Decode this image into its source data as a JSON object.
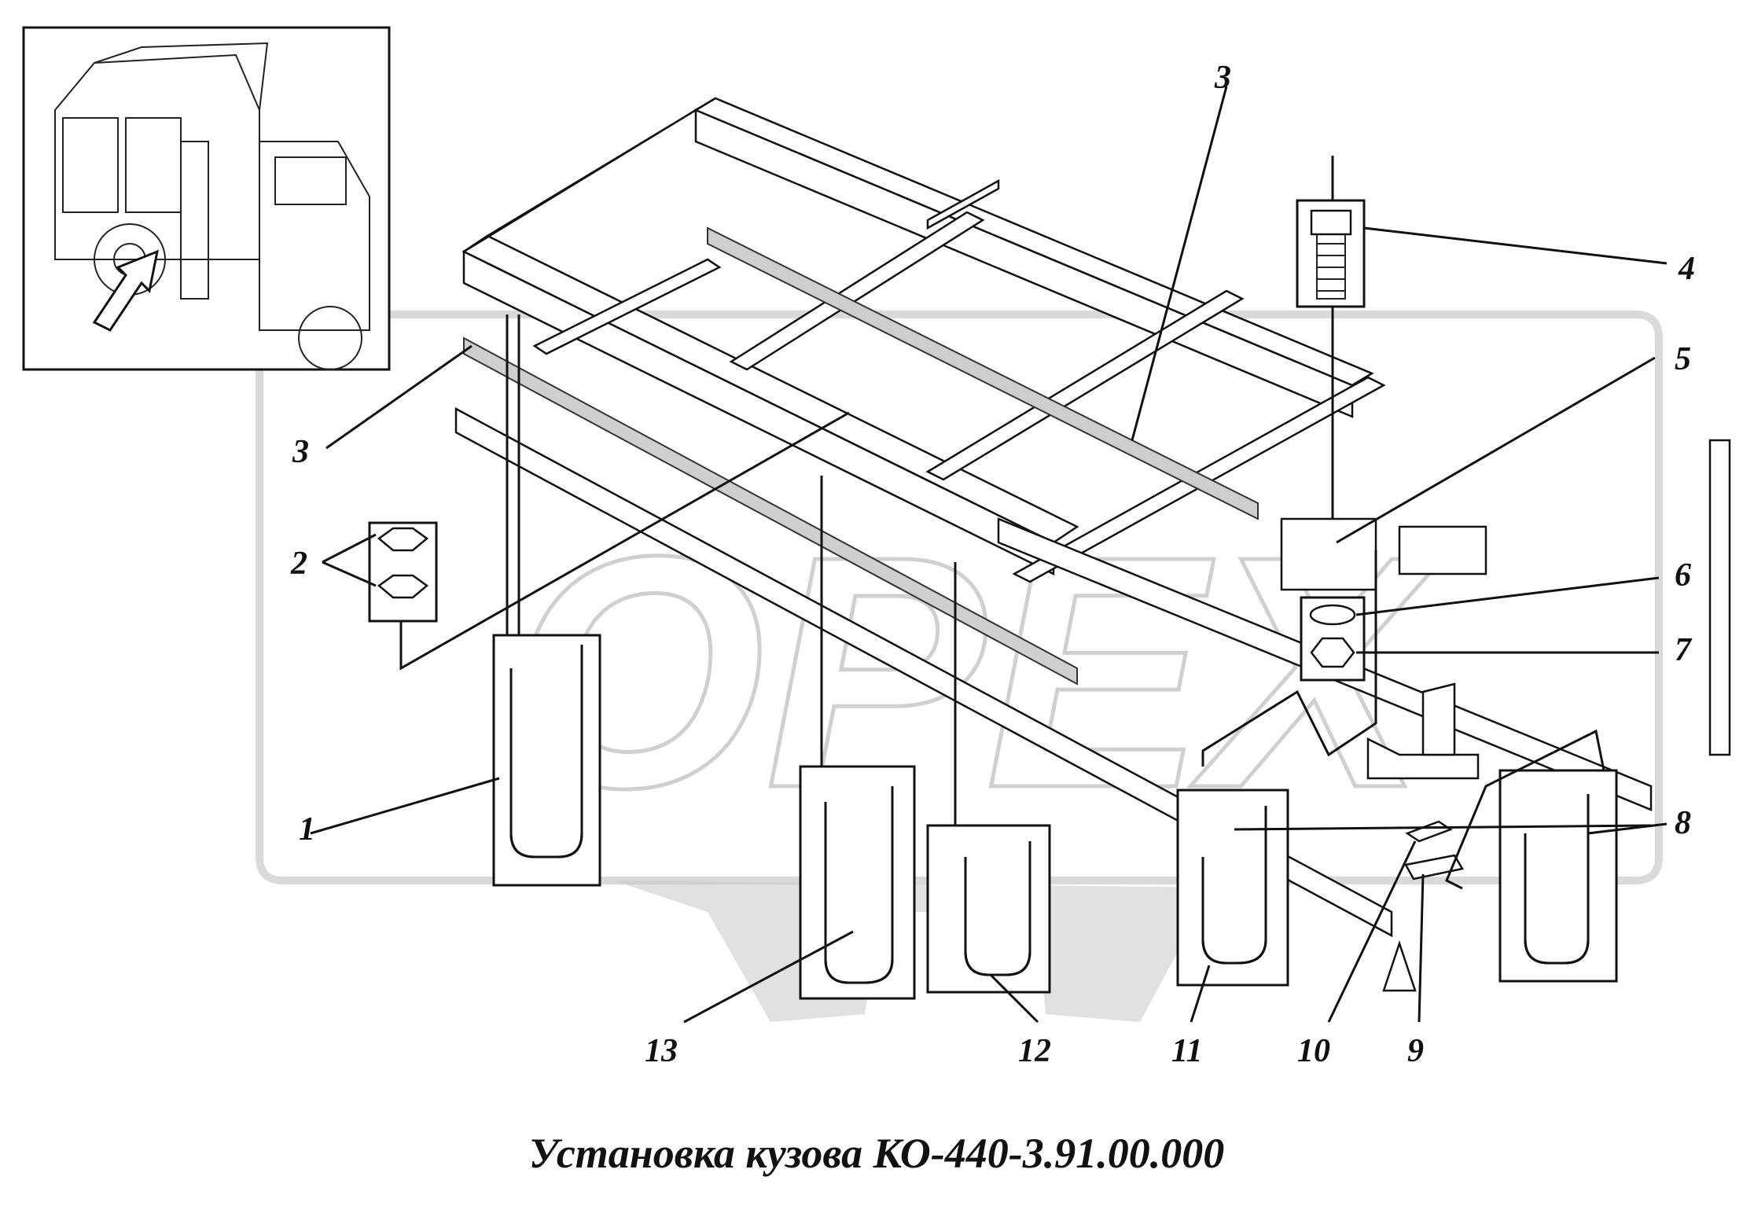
{
  "caption": "Установка кузова КО-440-3.91.00.000",
  "watermark": "OPEX",
  "callouts": [
    {
      "label": "1"
    },
    {
      "label": "2"
    },
    {
      "label": "3"
    },
    {
      "label": "3"
    },
    {
      "label": "4"
    },
    {
      "label": "5"
    },
    {
      "label": "6"
    },
    {
      "label": "7"
    },
    {
      "label": "8"
    },
    {
      "label": "9"
    },
    {
      "label": "10"
    },
    {
      "label": "11"
    },
    {
      "label": "12"
    },
    {
      "label": "13"
    }
  ]
}
